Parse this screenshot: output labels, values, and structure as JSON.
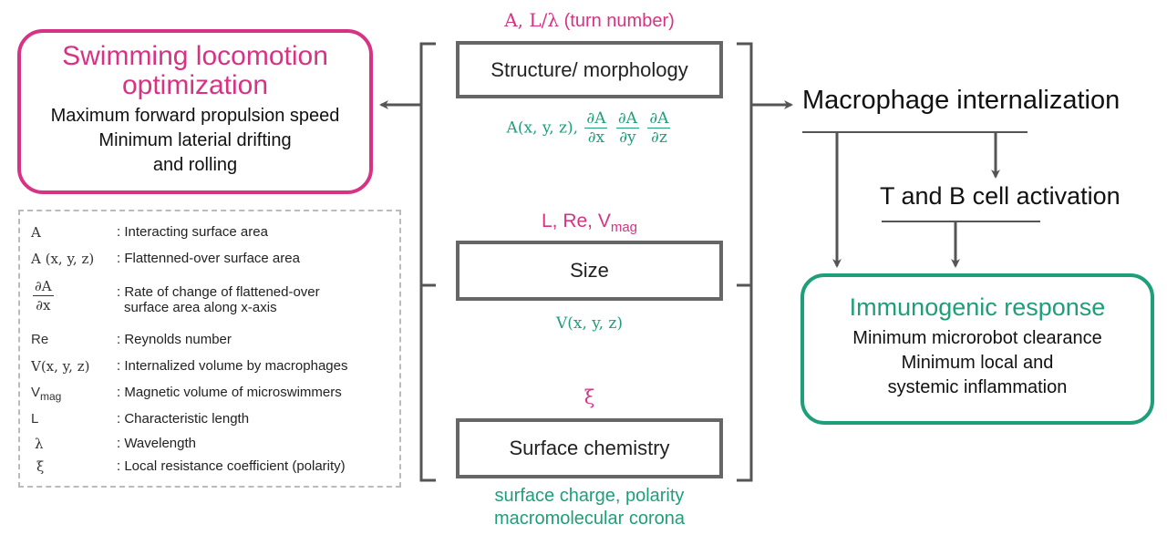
{
  "colors": {
    "pink": "#d63384",
    "green": "#1f9e7a",
    "box_border": "#666666",
    "line": "#555555"
  },
  "swimming": {
    "title_line1": "Swimming locomotion",
    "title_line2": "optimization",
    "line1": "Maximum forward propulsion speed",
    "line2": "Minimum laterial drifting",
    "line3": "and rolling"
  },
  "legend": [
    {
      "symbol": "A",
      "desc": ": Interacting surface area"
    },
    {
      "symbol": "A (x, y, z)",
      "desc": ": Flattenned-over surface area"
    },
    {
      "symbol_num": "∂A",
      "symbol_den": "∂x",
      "desc": ": Rate of change of flattened-over",
      "desc2": "surface area along x-axis"
    },
    {
      "symbol": "Re",
      "desc": ": Reynolds number"
    },
    {
      "symbol": "V(x, y, z)",
      "desc": ": Internalized volume by macrophages"
    },
    {
      "symbol": "V",
      "symbol_sub": "mag",
      "desc": ": Magnetic volume of microswimmers"
    },
    {
      "symbol": "L",
      "desc": ": Characteristic length"
    },
    {
      "symbol": "λ",
      "desc": ": Wavelength"
    },
    {
      "symbol": "ξ",
      "desc": ": Local resistance coefficient (polarity)"
    }
  ],
  "structure": {
    "top_label_serif": "A, L/λ",
    "top_label_sans": " (turn number)",
    "box_label": "Structure/ morphology",
    "bottom_prefix": "A(x, y, z),",
    "partials": [
      {
        "num": "∂A",
        "den": "∂x"
      },
      {
        "num": "∂A",
        "den": "∂y"
      },
      {
        "num": "∂A",
        "den": "∂z"
      }
    ]
  },
  "size": {
    "top_label": "L, Re, V",
    "top_label_sub": "mag",
    "box_label": "Size",
    "bottom_label": "V(x, y, z)"
  },
  "surface": {
    "top_label": "ξ",
    "box_label": "Surface chemistry",
    "bottom_line1": "surface charge, polarity",
    "bottom_line2": "macromolecular corona"
  },
  "right": {
    "macrophage": "Macrophage internalization",
    "tb_cell": "T and B cell activation",
    "immuno_title": "Immunogenic response",
    "immuno_line1": "Minimum microrobot clearance",
    "immuno_line2": "Minimum local and",
    "immuno_line3": "systemic inflammation"
  }
}
